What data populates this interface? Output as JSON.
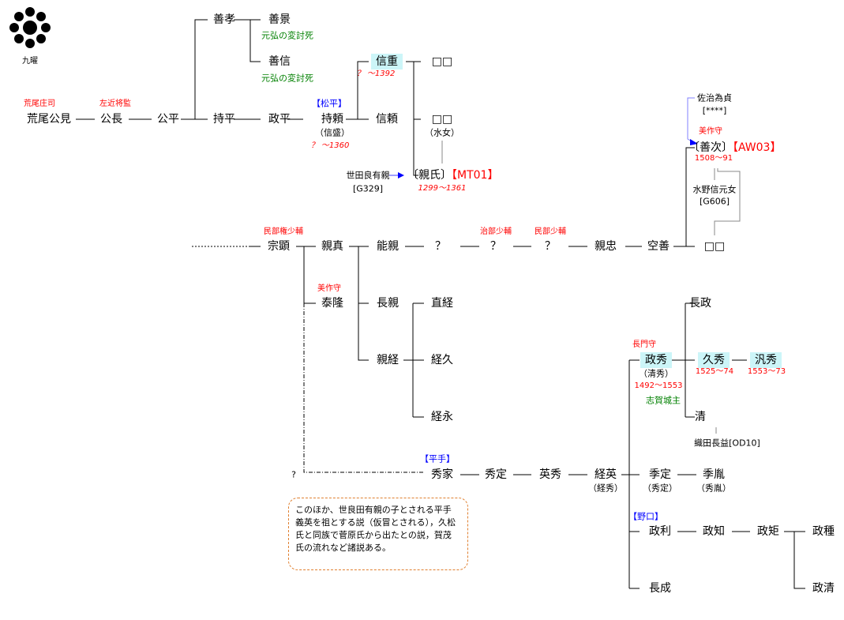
{
  "crest": {
    "label": "九曜"
  },
  "colors": {
    "highlight": "#ccf5f8",
    "title_red": "#ff0000",
    "note_green": "#008000",
    "branch_blue": "#0000ff",
    "note_border": "#e08030"
  },
  "gen1": {
    "kimi_title": "荒尾庄司",
    "kimi": "荒尾公見",
    "kimicho_title": "左近将監",
    "kimicho": "公長",
    "kohei": "公平"
  },
  "zenko": {
    "name": "善孝",
    "son1": "善景",
    "son1_note": "元弘の変討死",
    "son2": "善信",
    "son2_note": "元弘の変討死"
  },
  "line_a": {
    "mochihira": "持平",
    "masahira": "政平",
    "mochiyori_branch": "【松平】",
    "mochiyori": "持頼",
    "mochiyori_alt": "（信盛）",
    "mochiyori_dates": "？ ～1360"
  },
  "nobushige": {
    "name": "信重",
    "dates": "？ ～1392",
    "child1": "□□",
    "child2": "□□",
    "child2_note": "（水女）"
  },
  "nobuyori": {
    "name": "信頼"
  },
  "chikauji": {
    "adopter": "世田良有親",
    "adopter_code": "[G329]",
    "name": "〔親氏〕",
    "code": "【MT01】",
    "dates": "1299～1361"
  },
  "yoshitsugu": {
    "adopter": "佐治為貞",
    "adopter_code": "[****]",
    "title": "美作守",
    "name": "〔善次〕",
    "code": "【AW03】",
    "dates": "1508～91",
    "wife": "水野信元女",
    "wife_code": "[G606]",
    "child": "□□"
  },
  "line_b": {
    "munеaki_title": "民部権少輔",
    "muneaki": "宗顕",
    "chikazane": "親真",
    "yoshichika": "能親",
    "unknown1": "？",
    "unknown2_title": "治部少輔",
    "unknown2": "？",
    "unknown3_title": "民部少輔",
    "unknown3": "？",
    "chikatada": "親忠",
    "kuzen": "空善",
    "yasutaka_title": "美作守",
    "yasutaka": "泰隆",
    "nagachika": "長親",
    "chikatsune": "親経",
    "naotsune": "直経",
    "tsunehisa": "経久",
    "tsunenaga": "経永"
  },
  "hirate": {
    "unknown": "?",
    "branch": "【平手】",
    "hideie": "秀家",
    "hidesada": "秀定",
    "hidehide": "英秀",
    "tsunehide": "経英",
    "tsunehide_alt": "（経秀）",
    "masahide_title": "長門守",
    "masahide": "政秀",
    "masahide_alt": "（清秀）",
    "masahide_dates": "1492～1553",
    "masahide_note": "志賀城主",
    "nagamasa": "長政",
    "hisahide": "久秀",
    "hisahide_dates": "1525～74",
    "hirohide": "汎秀",
    "hirohide_dates": "1553～73",
    "kiyoshi": "清",
    "kiyoshi_spouse": "織田長益[OD10]",
    "suesada": "季定",
    "suesada_alt": "（秀定）",
    "suetane": "季胤",
    "suetane_alt": "（秀胤）",
    "noguchi_branch": "【野口】",
    "masatoshi": "政利",
    "masatomo": "政知",
    "masanori": "政矩",
    "masatane": "政種",
    "masakiyo": "政清",
    "nagashige": "長成"
  },
  "note": {
    "lines": [
      "このほか、世良田有親の子とされる平手",
      "義英を祖とする説（仮冒とされる），久松",
      "氏と同族で菅原氏から出たとの説，賀茂",
      "氏の流れなど諸説ある。"
    ]
  }
}
